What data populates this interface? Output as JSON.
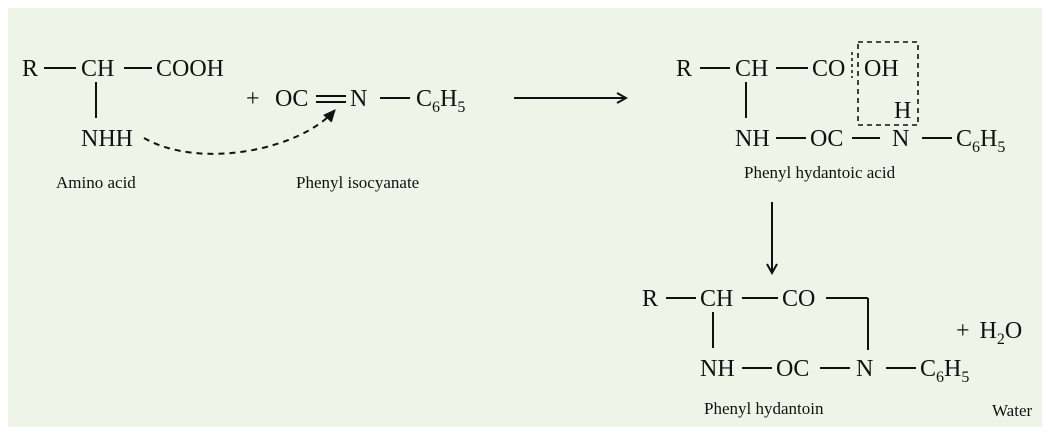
{
  "colors": {
    "panel_bg": "#eef5e8",
    "ink": "#111111"
  },
  "amino_acid": {
    "r": "R",
    "ch": "CH",
    "cooh": "COOH",
    "nhh": "NHH",
    "caption": "Amino acid"
  },
  "plus_1": "+",
  "phenyl_isocyanate": {
    "oc": "OC",
    "n": "N",
    "c6h5": "C",
    "c6h5_sub1": "6",
    "c6h5_h": "H",
    "c6h5_sub2": "5",
    "caption": "Phenyl isocyanate"
  },
  "hydantoic_acid": {
    "r": "R",
    "ch": "CH",
    "co": "CO",
    "oh": "OH",
    "nh": "NH",
    "oc": "OC",
    "h": "H",
    "n": "N",
    "c6h5": "C",
    "c6h5_sub1": "6",
    "c6h5_h": "H",
    "c6h5_sub2": "5",
    "caption": "Phenyl hydantoic acid"
  },
  "hydantoin": {
    "r": "R",
    "ch": "CH",
    "co": "CO",
    "nh": "NH",
    "oc": "OC",
    "n": "N",
    "c6h5": "C",
    "c6h5_sub1": "6",
    "c6h5_h": "H",
    "c6h5_sub2": "5",
    "caption": "Phenyl hydantoin"
  },
  "water": {
    "plus": "+",
    "h": "H",
    "sub": "2",
    "o": "O",
    "caption": "Water"
  }
}
